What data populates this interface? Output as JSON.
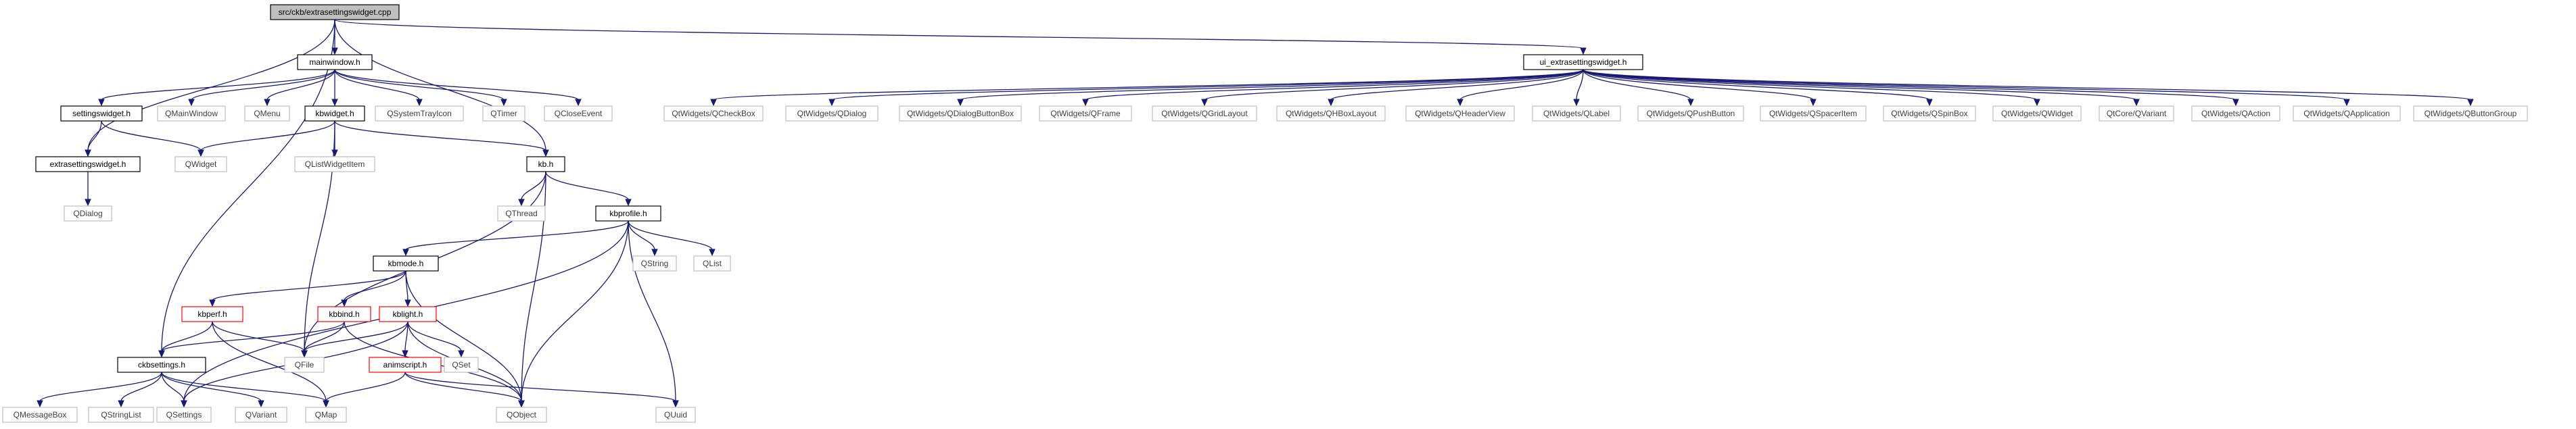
{
  "graph": {
    "title": "src/ckb/extrasettingswidget.cpp",
    "colors": {
      "edge": "#191970",
      "root_fill": "#bfbfbf",
      "node_border": "#000000",
      "ref_border": "#ff0000",
      "ext_border": "#bfbfbf",
      "ext_text": "#404040",
      "text": "#000000"
    },
    "nodes": [
      {
        "id": "root",
        "label": "src/ckb/extrasettingswidget.cpp",
        "style": "root"
      },
      {
        "id": "mainwindow",
        "label": "mainwindow.h",
        "style": "normal"
      },
      {
        "id": "ui_extra",
        "label": "ui_extrasettingswidget.h",
        "style": "normal"
      },
      {
        "id": "settingswidget",
        "label": "settingswidget.h",
        "style": "normal"
      },
      {
        "id": "QMainWindow",
        "label": "QMainWindow",
        "style": "external"
      },
      {
        "id": "QMenu",
        "label": "QMenu",
        "style": "external"
      },
      {
        "id": "kbwidget",
        "label": "kbwidget.h",
        "style": "normal"
      },
      {
        "id": "QSystemTrayIcon",
        "label": "QSystemTrayIcon",
        "style": "external"
      },
      {
        "id": "QTimer",
        "label": "QTimer",
        "style": "external"
      },
      {
        "id": "QCloseEvent",
        "label": "QCloseEvent",
        "style": "external"
      },
      {
        "id": "extrasettingswidget",
        "label": "extrasettingswidget.h",
        "style": "normal"
      },
      {
        "id": "QWidget",
        "label": "QWidget",
        "style": "external"
      },
      {
        "id": "QListWidgetItem",
        "label": "QListWidgetItem",
        "style": "external"
      },
      {
        "id": "kb",
        "label": "kb.h",
        "style": "normal"
      },
      {
        "id": "QDialog",
        "label": "QDialog",
        "style": "external"
      },
      {
        "id": "QThread",
        "label": "QThread",
        "style": "external"
      },
      {
        "id": "kbprofile",
        "label": "kbprofile.h",
        "style": "normal"
      },
      {
        "id": "QString",
        "label": "QString",
        "style": "external"
      },
      {
        "id": "QList",
        "label": "QList",
        "style": "external"
      },
      {
        "id": "kbmode",
        "label": "kbmode.h",
        "style": "normal"
      },
      {
        "id": "kbperf",
        "label": "kbperf.h",
        "style": "ref"
      },
      {
        "id": "kbbind",
        "label": "kbbind.h",
        "style": "ref"
      },
      {
        "id": "kblight",
        "label": "kblight.h",
        "style": "ref"
      },
      {
        "id": "QFile",
        "label": "QFile",
        "style": "external"
      },
      {
        "id": "QSet",
        "label": "QSet",
        "style": "external"
      },
      {
        "id": "ckbsettings",
        "label": "ckbsettings.h",
        "style": "normal"
      },
      {
        "id": "animscript",
        "label": "animscript.h",
        "style": "ref"
      },
      {
        "id": "QMessageBox",
        "label": "QMessageBox",
        "style": "external"
      },
      {
        "id": "QStringList",
        "label": "QStringList",
        "style": "external"
      },
      {
        "id": "QSettings",
        "label": "QSettings",
        "style": "external"
      },
      {
        "id": "QVariant",
        "label": "QVariant",
        "style": "external"
      },
      {
        "id": "QMap",
        "label": "QMap",
        "style": "external"
      },
      {
        "id": "QObject",
        "label": "QObject",
        "style": "external"
      },
      {
        "id": "QUuid",
        "label": "QUuid",
        "style": "external"
      },
      {
        "id": "QtWidgets_QCheckBox",
        "label": "QtWidgets/QCheckBox",
        "style": "external"
      },
      {
        "id": "QtWidgets_QDialog",
        "label": "QtWidgets/QDialog",
        "style": "external"
      },
      {
        "id": "QtWidgets_QDialogButtonBox",
        "label": "QtWidgets/QDialogButtonBox",
        "style": "external"
      },
      {
        "id": "QtWidgets_QFrame",
        "label": "QtWidgets/QFrame",
        "style": "external"
      },
      {
        "id": "QtWidgets_QGridLayout",
        "label": "QtWidgets/QGridLayout",
        "style": "external"
      },
      {
        "id": "QtWidgets_QHBoxLayout",
        "label": "QtWidgets/QHBoxLayout",
        "style": "external"
      },
      {
        "id": "QtWidgets_QHeaderView",
        "label": "QtWidgets/QHeaderView",
        "style": "external"
      },
      {
        "id": "QtWidgets_QLabel",
        "label": "QtWidgets/QLabel",
        "style": "external"
      },
      {
        "id": "QtWidgets_QPushButton",
        "label": "QtWidgets/QPushButton",
        "style": "external"
      },
      {
        "id": "QtWidgets_QSpacerItem",
        "label": "QtWidgets/QSpacerItem",
        "style": "external"
      },
      {
        "id": "QtWidgets_QSpinBox",
        "label": "QtWidgets/QSpinBox",
        "style": "external"
      },
      {
        "id": "QtWidgets_QWidget",
        "label": "QtWidgets/QWidget",
        "style": "external"
      },
      {
        "id": "QtCore_QVariant",
        "label": "QtCore/QVariant",
        "style": "external"
      },
      {
        "id": "QtWidgets_QAction",
        "label": "QtWidgets/QAction",
        "style": "external"
      },
      {
        "id": "QtWidgets_QApplication",
        "label": "QtWidgets/QApplication",
        "style": "external"
      },
      {
        "id": "QtWidgets_QButtonGroup",
        "label": "QtWidgets/QButtonGroup",
        "style": "external"
      }
    ],
    "edges": [
      [
        "root",
        "mainwindow"
      ],
      [
        "root",
        "ui_extra"
      ],
      [
        "root",
        "extrasettingswidget"
      ],
      [
        "root",
        "kb"
      ],
      [
        "root",
        "ckbsettings"
      ],
      [
        "mainwindow",
        "settingswidget"
      ],
      [
        "mainwindow",
        "QMainWindow"
      ],
      [
        "mainwindow",
        "QMenu"
      ],
      [
        "mainwindow",
        "kbwidget"
      ],
      [
        "mainwindow",
        "QSystemTrayIcon"
      ],
      [
        "mainwindow",
        "QTimer"
      ],
      [
        "mainwindow",
        "QCloseEvent"
      ],
      [
        "settingswidget",
        "extrasettingswidget"
      ],
      [
        "settingswidget",
        "QWidget"
      ],
      [
        "extrasettingswidget",
        "QDialog"
      ],
      [
        "kbwidget",
        "QWidget"
      ],
      [
        "kbwidget",
        "QListWidgetItem"
      ],
      [
        "kbwidget",
        "kb"
      ],
      [
        "kbwidget",
        "QFile"
      ],
      [
        "kb",
        "QThread"
      ],
      [
        "kb",
        "kbprofile"
      ],
      [
        "kb",
        "QFile"
      ],
      [
        "kb",
        "QObject"
      ],
      [
        "kbprofile",
        "kbmode"
      ],
      [
        "kbprofile",
        "QString"
      ],
      [
        "kbprofile",
        "QList"
      ],
      [
        "kbprofile",
        "QSettings"
      ],
      [
        "kbprofile",
        "QObject"
      ],
      [
        "kbprofile",
        "QUuid"
      ],
      [
        "kbmode",
        "kbperf"
      ],
      [
        "kbmode",
        "kbbind"
      ],
      [
        "kbmode",
        "kblight"
      ],
      [
        "kbmode",
        "QObject"
      ],
      [
        "kbperf",
        "ckbsettings"
      ],
      [
        "kbperf",
        "QFile"
      ],
      [
        "kbperf",
        "QMap"
      ],
      [
        "kbbind",
        "ckbsettings"
      ],
      [
        "kbbind",
        "QFile"
      ],
      [
        "kbbind",
        "QObject"
      ],
      [
        "kblight",
        "QFile"
      ],
      [
        "kblight",
        "QSet"
      ],
      [
        "kblight",
        "animscript"
      ],
      [
        "kblight",
        "QSettings"
      ],
      [
        "kblight",
        "QObject"
      ],
      [
        "animscript",
        "QMap"
      ],
      [
        "animscript",
        "QObject"
      ],
      [
        "animscript",
        "QUuid"
      ],
      [
        "ckbsettings",
        "QMessageBox"
      ],
      [
        "ckbsettings",
        "QStringList"
      ],
      [
        "ckbsettings",
        "QSettings"
      ],
      [
        "ckbsettings",
        "QVariant"
      ],
      [
        "ckbsettings",
        "QMap"
      ],
      [
        "ui_extra",
        "QtWidgets_QCheckBox"
      ],
      [
        "ui_extra",
        "QtWidgets_QDialog"
      ],
      [
        "ui_extra",
        "QtWidgets_QDialogButtonBox"
      ],
      [
        "ui_extra",
        "QtWidgets_QFrame"
      ],
      [
        "ui_extra",
        "QtWidgets_QGridLayout"
      ],
      [
        "ui_extra",
        "QtWidgets_QHBoxLayout"
      ],
      [
        "ui_extra",
        "QtWidgets_QHeaderView"
      ],
      [
        "ui_extra",
        "QtWidgets_QLabel"
      ],
      [
        "ui_extra",
        "QtWidgets_QPushButton"
      ],
      [
        "ui_extra",
        "QtWidgets_QSpacerItem"
      ],
      [
        "ui_extra",
        "QtWidgets_QSpinBox"
      ],
      [
        "ui_extra",
        "QtWidgets_QWidget"
      ],
      [
        "ui_extra",
        "QtCore_QVariant"
      ],
      [
        "ui_extra",
        "QtWidgets_QAction"
      ],
      [
        "ui_extra",
        "QtWidgets_QApplication"
      ],
      [
        "ui_extra",
        "QtWidgets_QButtonGroup"
      ]
    ]
  }
}
